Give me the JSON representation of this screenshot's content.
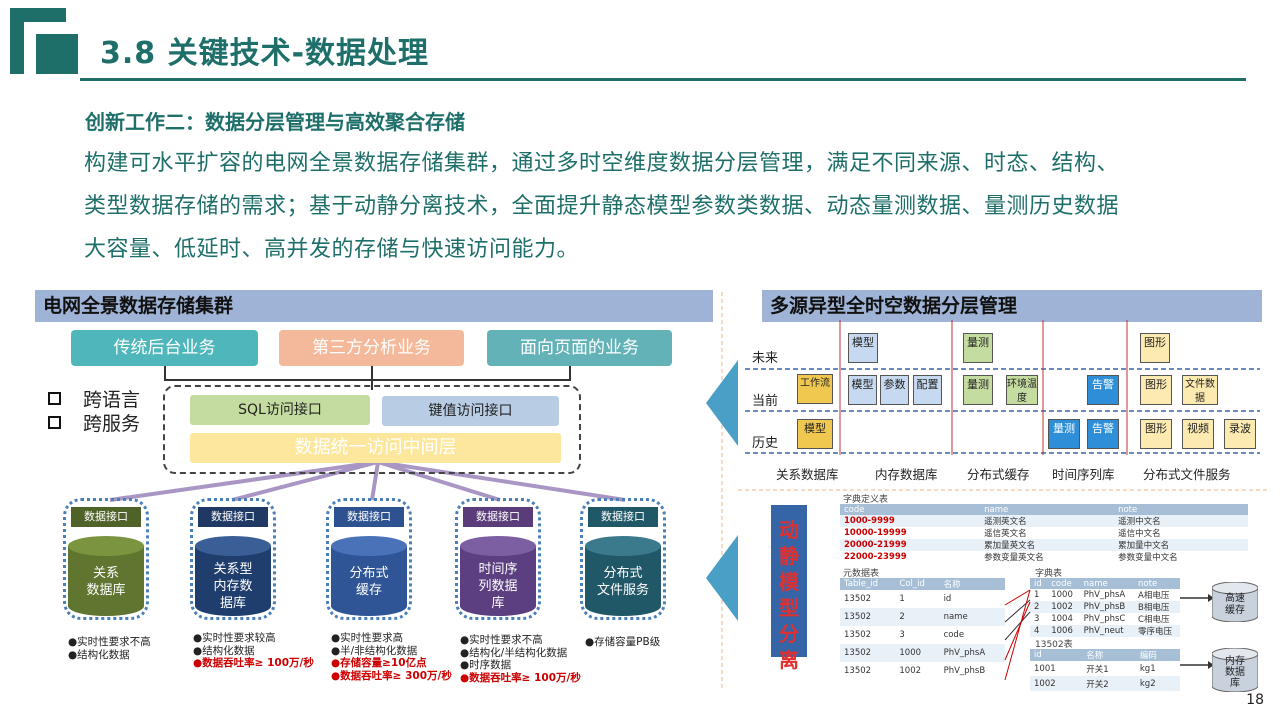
{
  "header": {
    "title": "3.8 关键技术-数据处理",
    "subtitle": "创新工作二：数据分层管理与高效聚合存储",
    "intro_lines": [
      "构建可水平扩容的电网全景数据存储集群，通过多时空维度数据分层管理，满足不同来源、时态、结构、",
      "类型数据存储的需求；基于动静分离技术，全面提升静态模型参数类数据、动态量测数据、量测历史数据",
      "大容量、低延时、高并发的存储与快速访问能力。"
    ]
  },
  "left_panel": {
    "heading": "电网全景数据存储集群",
    "top_services": [
      "传统后台业务",
      "第三方分析业务",
      "面向页面的业务"
    ],
    "legend": [
      "跨语言",
      "跨服务"
    ],
    "sql_interface": "SQL访问接口",
    "kv_interface": "键值访问接口",
    "middle_layer": "数据统一访问中间层",
    "databases": [
      {
        "iface": "数据接口",
        "name": "关系\n数据库",
        "notes": [
          "●实时性要求不高",
          "●结构化数据"
        ]
      },
      {
        "iface": "数据接口",
        "name": "关系型\n内存数\n据库",
        "notes": [
          "●实时性要求较高",
          "●结构化数据",
          "●数据吞吐率≥ 100万/秒"
        ]
      },
      {
        "iface": "数据接口",
        "name": "分布式\n缓存",
        "notes": [
          "●实时性要求高",
          "●半/非结构化数据",
          "●存储容量≥10亿点",
          "●数据吞吐率≥ 300万/秒"
        ]
      },
      {
        "iface": "数据接口",
        "name": "时间序\n列数据\n库",
        "notes": [
          "●实时性要求不高",
          "●结构化/半结构化数据",
          "●时序数据",
          "●数据吞吐率≥ 100万/秒"
        ]
      },
      {
        "iface": "数据接口",
        "name": "分布式\n文件服务",
        "notes": [
          "●存储容量PB级"
        ]
      }
    ]
  },
  "right_panel": {
    "heading": "多源异型全时空数据分层管理",
    "rows": [
      "未来",
      "当前",
      "历史"
    ],
    "columns": [
      "关系数据库",
      "内存数据库",
      "分布式缓存",
      "时间序列库",
      "分布式文件服务"
    ],
    "cells": {
      "future": [
        "模型",
        "量测",
        "图形"
      ],
      "current": [
        "工作流",
        "模型",
        "参数",
        "配置",
        "量测",
        "环境温度",
        "告警",
        "图形",
        "文件数据"
      ],
      "history": [
        "模型",
        "量测",
        "告警",
        "图形",
        "视频",
        "录波"
      ]
    },
    "side_label": "动静模型分离",
    "dict_table": {
      "caption": "字典定义表",
      "headers": [
        "code",
        "name",
        "note"
      ],
      "rows": [
        [
          "1000-9999",
          "遥测英文名",
          "遥测中文名"
        ],
        [
          "10000-19999",
          "遥信英文名",
          "遥信中文名"
        ],
        [
          "20000-21999",
          "累加量英文名",
          "累加量中文名"
        ],
        [
          "22000-23999",
          "参数变量英文名",
          "参数变量中文名"
        ]
      ]
    },
    "meta_table": {
      "caption": "元数据表",
      "headers": [
        "Table_id",
        "Col_id",
        "名称"
      ],
      "rows": [
        [
          "13502",
          "1",
          "id"
        ],
        [
          "13502",
          "2",
          "name"
        ],
        [
          "13502",
          "3",
          "code"
        ],
        [
          "13502",
          "1000",
          "PhV_phsA"
        ],
        [
          "13502",
          "1002",
          "PhV_phsB"
        ]
      ]
    },
    "dict2_table": {
      "caption": "字典表",
      "headers": [
        "id",
        "code",
        "name",
        "note"
      ],
      "rows": [
        [
          "1",
          "1000",
          "PhV_phsA",
          "A相电压"
        ],
        [
          "2",
          "1002",
          "PhV_phsB",
          "B相电压"
        ],
        [
          "3",
          "1004",
          "PhV_phsC",
          "C相电压"
        ],
        [
          "4",
          "1006",
          "PhV_neut",
          "零序电压"
        ]
      ]
    },
    "t13502": {
      "caption": "13502表",
      "headers": [
        "id",
        "名称",
        "编码"
      ],
      "rows": [
        [
          "1001",
          "开关1",
          "kg1"
        ],
        [
          "1002",
          "开关2",
          "kg2"
        ]
      ]
    },
    "cache_labels": [
      "高速\n缓存",
      "内存\n数据\n库"
    ]
  },
  "page_number": "18",
  "colors": {
    "brand": "#1e6f6a",
    "panel_head": "#9fb3d6",
    "svc1": "#4fb6bb",
    "svc2": "#f4b89a",
    "svc3": "#62b2b8"
  }
}
